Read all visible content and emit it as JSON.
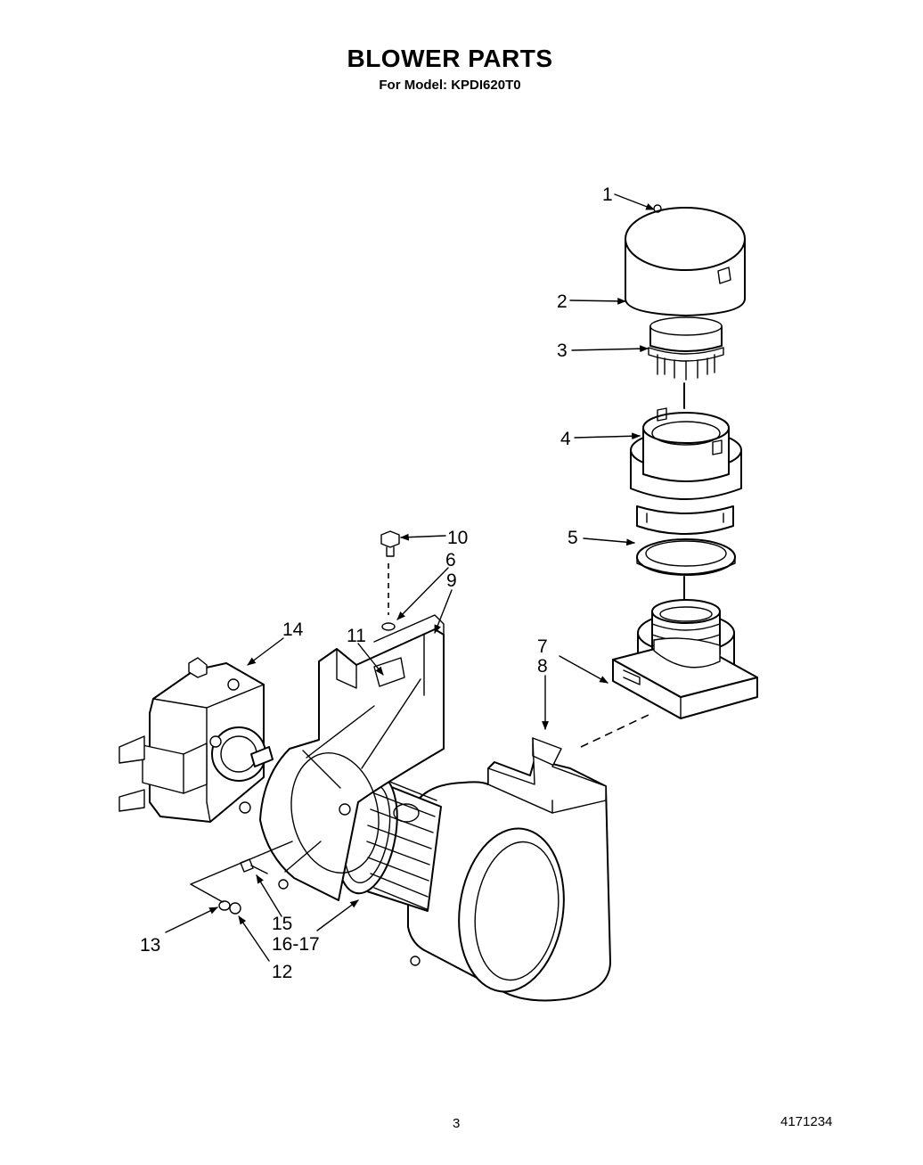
{
  "header": {
    "title": "BLOWER PARTS",
    "subtitle": "For Model: KPDI620T0"
  },
  "callouts": [
    "1",
    "2",
    "3",
    "4",
    "5",
    "6",
    "7",
    "8",
    "9",
    "10",
    "11",
    "12",
    "13",
    "14",
    "15",
    "16-17"
  ],
  "footer": {
    "page_number": "3",
    "doc_number": "4171234"
  }
}
